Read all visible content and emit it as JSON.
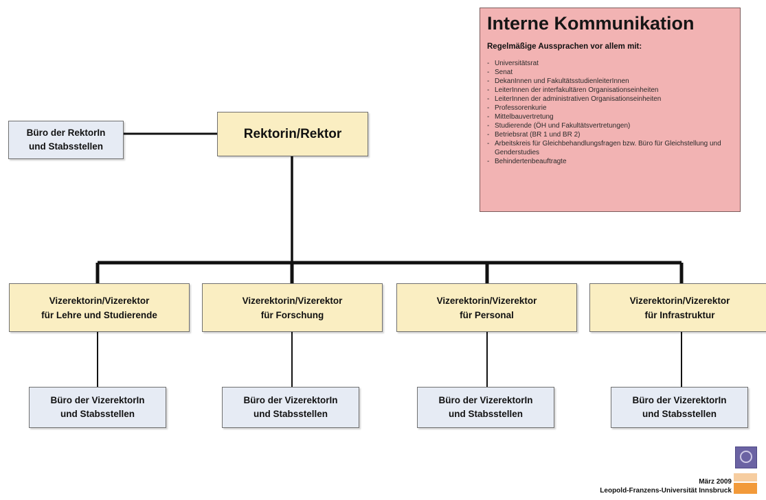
{
  "rektor": {
    "label": "Rektorin/Rektor"
  },
  "buero_rektor": {
    "line1": "Büro der RektorIn",
    "line2": "und Stabsstellen"
  },
  "vizerektoren": [
    {
      "line1": "Vizerektorin/Vizerektor",
      "line2": "für Lehre und Studierende"
    },
    {
      "line1": "Vizerektorin/Vizerektor",
      "line2": "für Forschung"
    },
    {
      "line1": "Vizerektorin/Vizerektor",
      "line2": "für Personal"
    },
    {
      "line1": "Vizerektorin/Vizerektor",
      "line2": "für Infrastruktur"
    }
  ],
  "buero_vize": [
    {
      "line1": "Büro der VizerektorIn",
      "line2": "und Stabsstellen"
    },
    {
      "line1": "Büro der VizerektorIn",
      "line2": "und Stabsstellen"
    },
    {
      "line1": "Büro der VizerektorIn",
      "line2": "und Stabsstellen"
    },
    {
      "line1": "Büro der VizerektorIn",
      "line2": "und Stabsstellen"
    }
  ],
  "kommunikation": {
    "title": "Interne Kommunikation",
    "subtitle": "Regelmäßige Aussprachen vor allem mit:",
    "items": [
      "Universitätsrat",
      "Senat",
      "DekanInnen und FakultätsstudienleiterInnen",
      "LeiterInnen der interfakultären Organisationseinheiten",
      "LeiterInnen der administrativen Organisationseinheiten",
      "Professorenkurie",
      "Mittelbauvertretung",
      "Studierende (ÖH und Fakultätsvertretungen)",
      "Betriebsrat (BR 1 und BR 2)",
      "Arbeitskreis für Gleichbehandlungsfragen bzw. Büro für Gleichstellung und Genderstudies",
      "Behindertenbeauftragte"
    ]
  },
  "footer": {
    "date": "März 2009",
    "university": "Leopold-Franzens-Universität Innsbruck"
  },
  "colors": {
    "leader_box": "#faeec2",
    "office_box": "#e6ebf4",
    "communication_box": "#f2b3b3",
    "connector": "#111111",
    "logo_seal": "#6b63a3",
    "logo_orange": "#f29a3a"
  }
}
